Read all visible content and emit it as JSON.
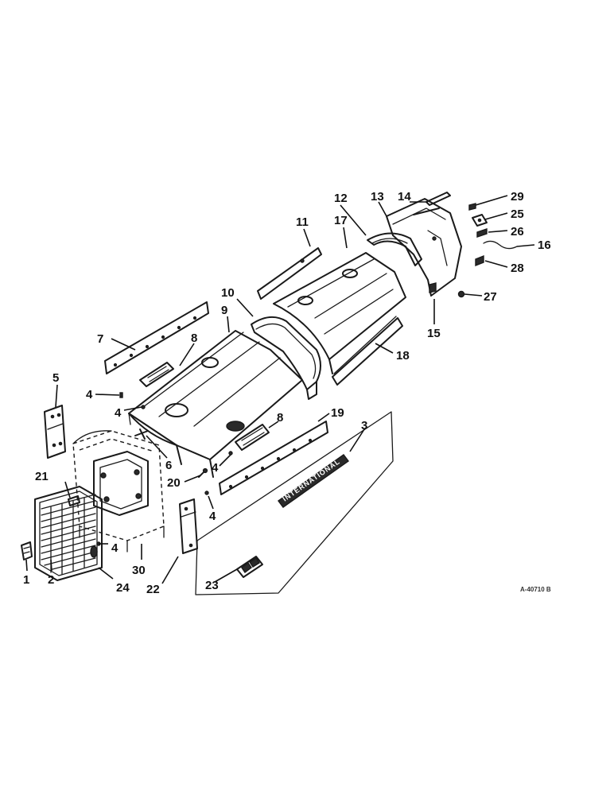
{
  "diagram": {
    "drawing_code": "A-40710 B",
    "emblem_text": "INTERNATIONAL",
    "callouts": {
      "c1": "1",
      "c2": "2",
      "c3": "3",
      "c4a": "4",
      "c4b": "4",
      "c4c": "4",
      "c4d": "4",
      "c4e": "4",
      "c5": "5",
      "c6": "6",
      "c7": "7",
      "c8a": "8",
      "c8b": "8",
      "c9": "9",
      "c10": "10",
      "c11": "11",
      "c12": "12",
      "c13": "13",
      "c14": "14",
      "c15": "15",
      "c16": "16",
      "c17": "17",
      "c18": "18",
      "c19": "19",
      "c20": "20",
      "c21": "21",
      "c22": "22",
      "c23": "23",
      "c24": "24",
      "c25": "25",
      "c26": "26",
      "c27": "27",
      "c28": "28",
      "c29": "29",
      "c30": "30"
    }
  }
}
